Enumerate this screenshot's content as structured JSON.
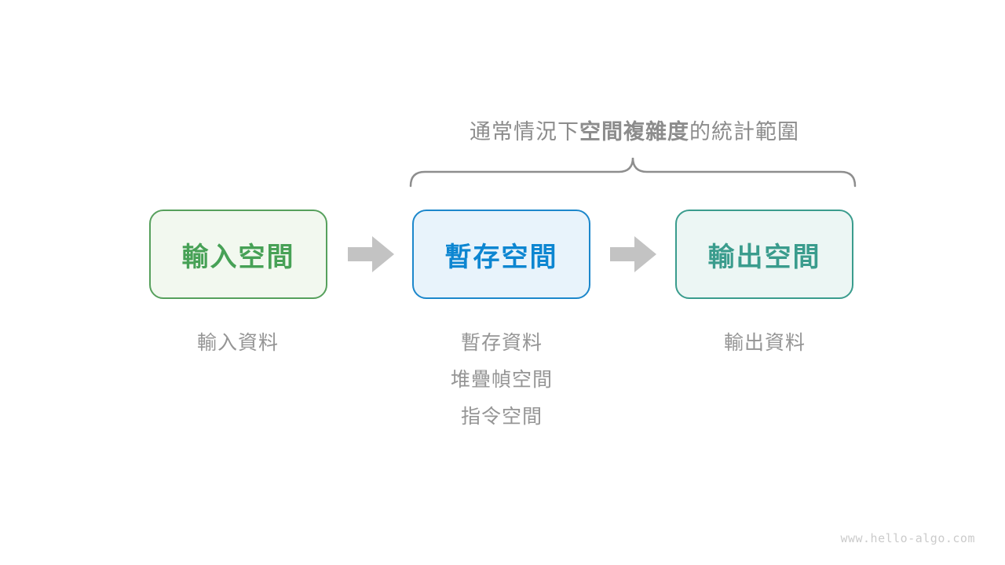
{
  "title": {
    "prefix": "通常情況下",
    "emphasis": "空間複雜度",
    "suffix": "的統計範圍"
  },
  "boxes": [
    {
      "label": "輸入空間",
      "text_color": "#47a156",
      "border_color": "#56a05c",
      "bg_color": "#f2f8ef"
    },
    {
      "label": "暫存空間",
      "text_color": "#0d86d1",
      "border_color": "#1c87cb",
      "bg_color": "#e8f3fb"
    },
    {
      "label": "輸出空間",
      "text_color": "#3a9c8d",
      "border_color": "#3a9c8d",
      "bg_color": "#ecf6f4"
    }
  ],
  "captions": {
    "input": [
      "輸入資料"
    ],
    "temp": [
      "暫存資料",
      "堆疊幀空間",
      "指令空間"
    ],
    "output": [
      "輸出資料"
    ]
  },
  "colors": {
    "arrow": "#c3c3c3",
    "brace": "#8e8e8e",
    "title_text": "#8c8c8c",
    "caption_text": "#959595"
  },
  "watermark": "www.hello-algo.com"
}
